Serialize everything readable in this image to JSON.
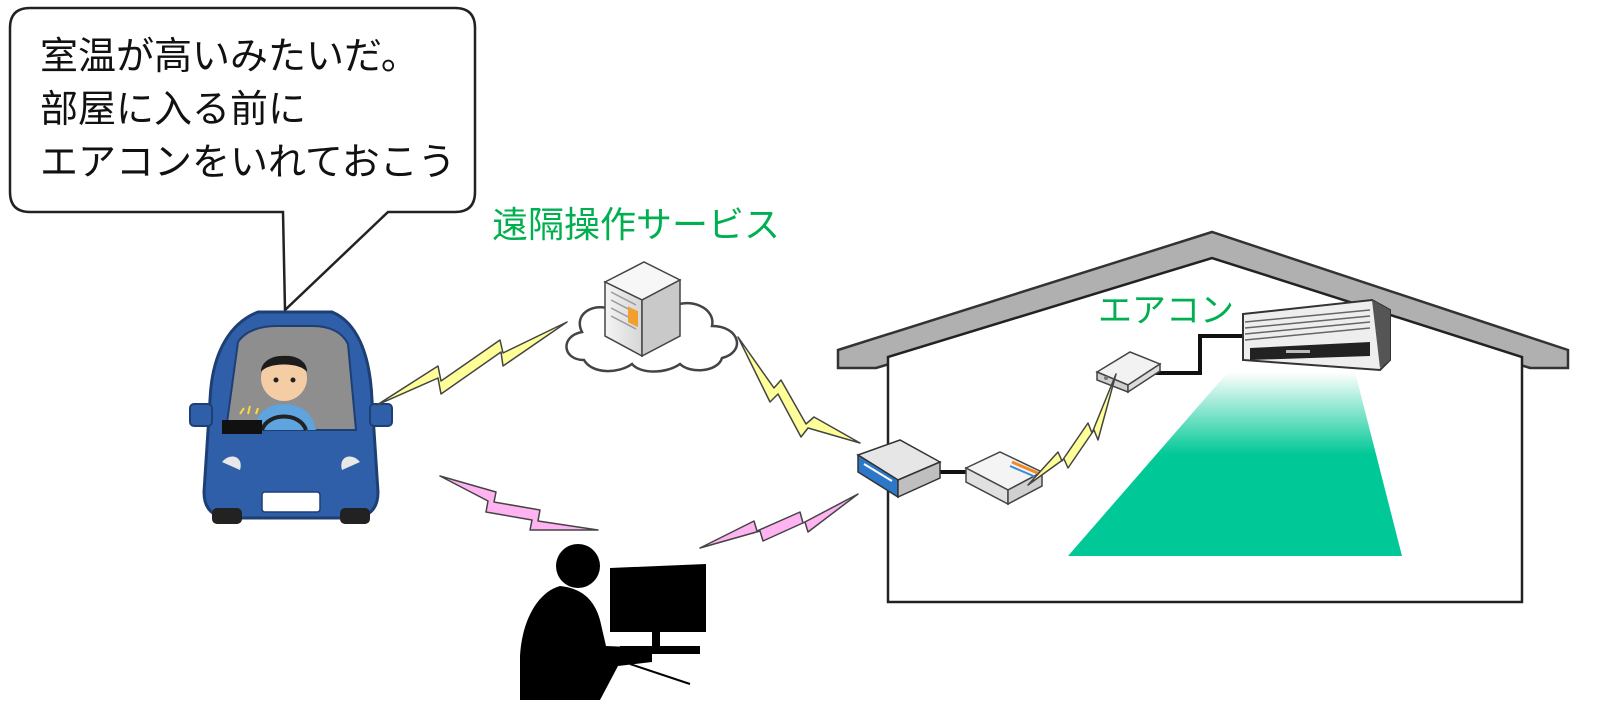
{
  "speech_bubble": {
    "lines": [
      "室温が高いみたいだ。",
      "部屋に入る前に",
      "エアコンをいれておこう"
    ]
  },
  "service": {
    "label": "遠隔操作サービス"
  },
  "house": {
    "aircon_label": "エアコン"
  },
  "colors": {
    "label_green": "#00b050",
    "bolt_yellow": "#ffff99",
    "bolt_pink": "#ffb3f0",
    "airflow_green": "#00c896",
    "car_blue": "#2e5fa8",
    "router_blue": "#2b77c8"
  },
  "icons": [
    "car-with-driver-icon",
    "server-icon",
    "cloud-icon",
    "house-icon",
    "air-conditioner-icon",
    "router-icon",
    "gateway-icon",
    "adapter-icon",
    "operator-at-computer-icon",
    "wireless-signal-icon"
  ]
}
